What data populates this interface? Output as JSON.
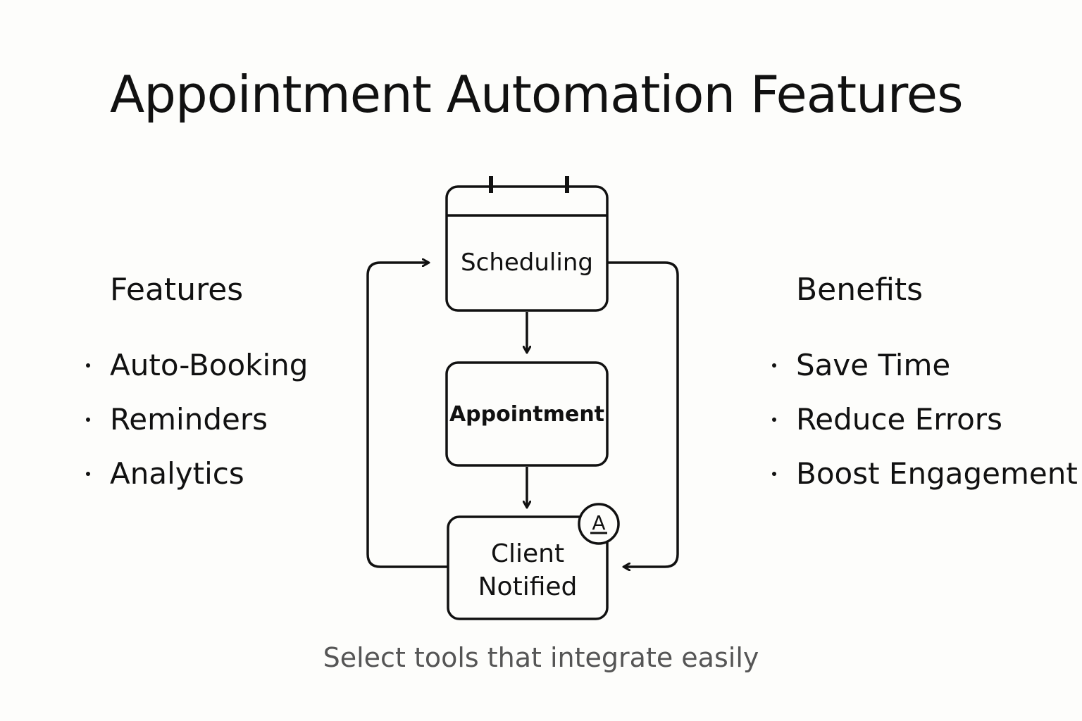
{
  "title": "Appointment Automation Features",
  "features": {
    "heading": "Features",
    "items": [
      "Auto-Booking",
      "Reminders",
      "Analytics"
    ]
  },
  "benefits": {
    "heading": "Benefits",
    "items": [
      "Save Time",
      "Reduce Errors",
      "Boost Engagement"
    ]
  },
  "flow": {
    "nodes": [
      {
        "label": "Scheduling",
        "icon": "calendar-icon"
      },
      {
        "label": "Appointment"
      },
      {
        "label_line1": "Client",
        "label_line2": "Notified",
        "badge": "A",
        "badge_icon": "notification-badge-icon"
      }
    ]
  },
  "caption": "Select tools that integrate easily",
  "colors": {
    "ink": "#111111",
    "caption": "#555555",
    "background": "#fdfdfb"
  }
}
